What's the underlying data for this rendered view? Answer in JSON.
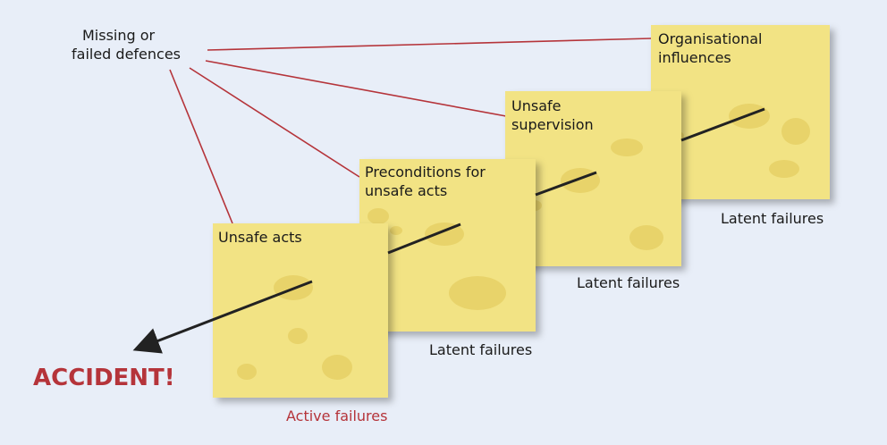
{
  "annotation": {
    "line1": "Missing or",
    "line2": "failed defences"
  },
  "slices": [
    {
      "title_lines": [
        "Organisational",
        "influences"
      ],
      "failure_label": "Latent failures"
    },
    {
      "title_lines": [
        "Unsafe",
        "supervision"
      ],
      "failure_label": "Latent failures"
    },
    {
      "title_lines": [
        "Preconditions for",
        "unsafe acts"
      ],
      "failure_label": "Latent failures"
    },
    {
      "title_lines": [
        "Unsafe acts"
      ],
      "failure_label": "Active failures"
    }
  ],
  "outcome": "ACCIDENT!",
  "colors": {
    "background": "#e8eef8",
    "cheese": "#f2e384",
    "hole": "#e8d36a",
    "connector": "#b5343a",
    "accident": "#b5343a",
    "active_failures": "#b5343a",
    "trajectory": "#222222"
  }
}
